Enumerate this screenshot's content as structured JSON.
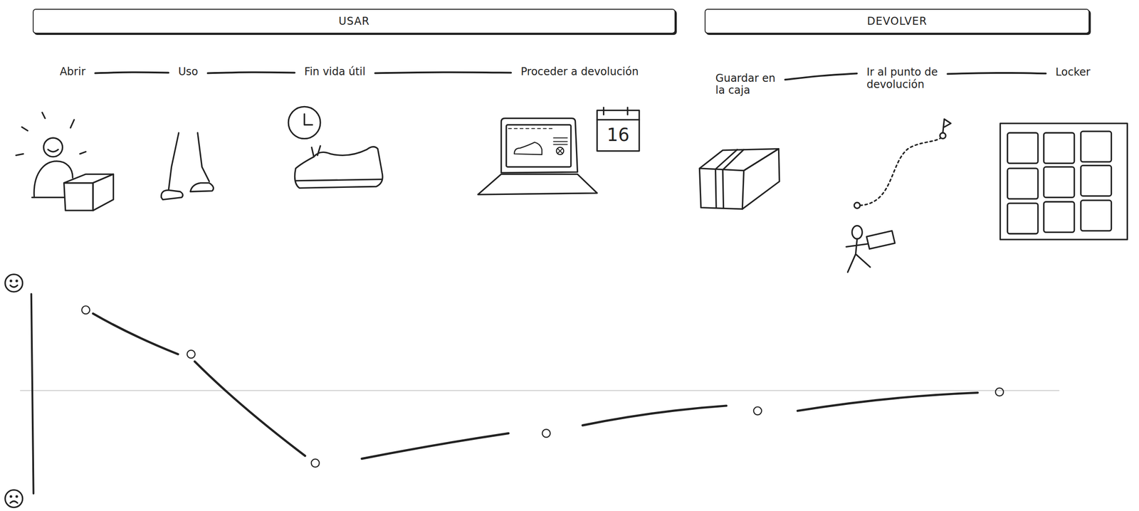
{
  "diagram": {
    "nodes": [
      {
        "text": [
          "USAR"
        ]
      },
      {
        "text": [
          "DEVOLVER"
        ]
      }
    ],
    "labels": [
      "Abrir",
      "Uso",
      "Fin vida útil",
      "Proceder a devolución",
      "Guardar en la caja",
      "Ir al punto de devolución",
      "Locker",
      "16"
    ]
  }
}
